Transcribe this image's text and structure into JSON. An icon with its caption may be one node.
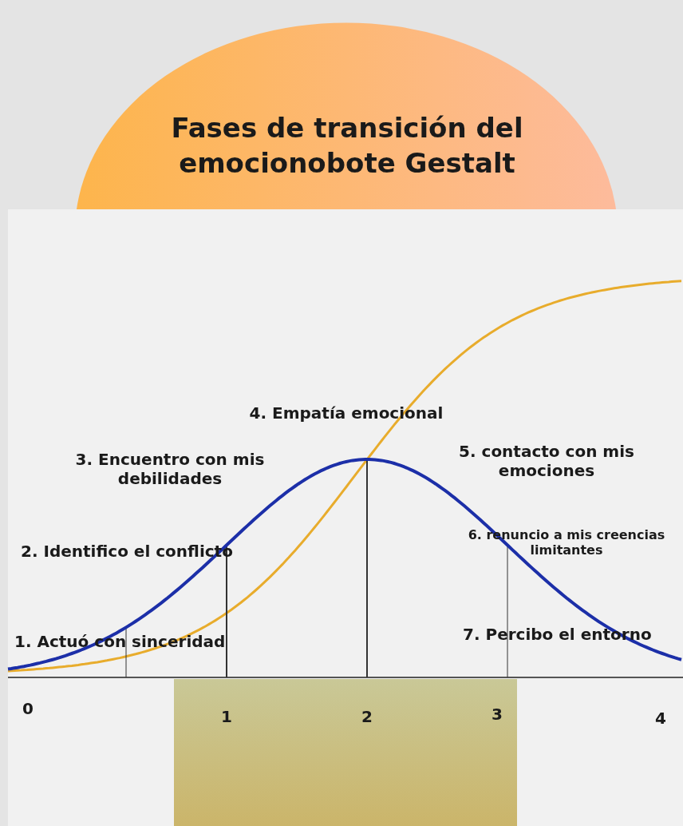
{
  "diagram": {
    "title": "Fases de transición del emocionobote Gestalt",
    "labels": [
      "4. Empatía emocional",
      "3. Encuentro con mis debilidades",
      "5. contacto con mis emociones",
      "2. Identifico el conflicto",
      "6. renuncio a mis creencias limitantes",
      "1. Actuó con sinceridad",
      "7. Percibo el entorno",
      "0",
      "1",
      "2",
      "3",
      "4"
    ]
  }
}
